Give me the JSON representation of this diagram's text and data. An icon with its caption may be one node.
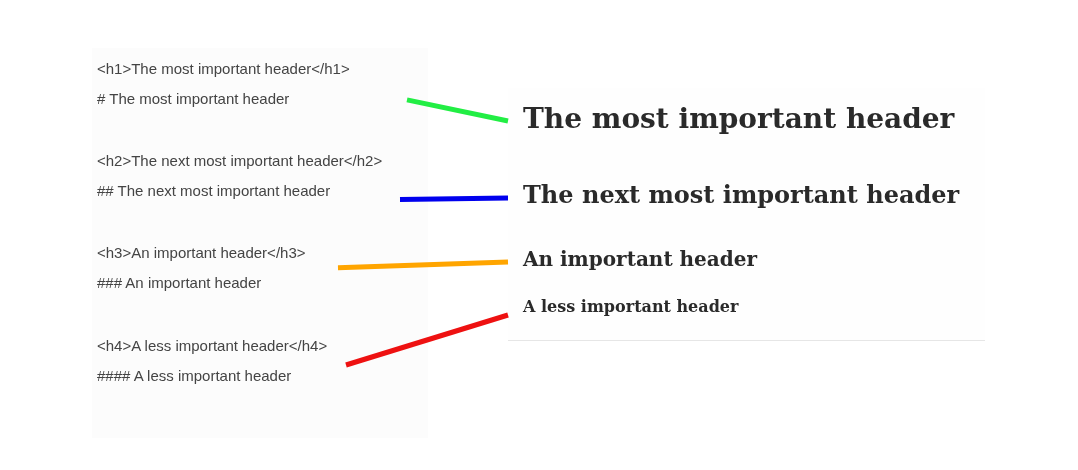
{
  "diagram": {
    "nodes": [
      {
        "text": [],
        "shape": "box"
      },
      {
        "text": [
          "<h1>The most important header</h1>",
          "# The most important header"
        ],
        "in": 0
      },
      {
        "text": [
          "<h2>The next most important header</h2>",
          "## The next most important header"
        ],
        "in": 0
      },
      {
        "text": [
          "<h3>An important header</h3>",
          "### An important header"
        ],
        "in": 0
      },
      {
        "text": [
          "<h4>A less important header</h4>",
          "#### A less important header"
        ],
        "in": 0
      },
      {
        "text": [],
        "shape": "box"
      },
      {
        "text": [
          "The most important header"
        ],
        "in": 5
      },
      {
        "text": [
          "The next most important header"
        ],
        "in": 5
      },
      {
        "text": [
          "An important header"
        ],
        "in": 5
      },
      {
        "text": [
          "A less important header"
        ],
        "in": 5
      }
    ],
    "edges": [
      {
        "from": 1,
        "to": 6,
        "arrow": "none",
        "color": "#22ee44"
      },
      {
        "from": 2,
        "to": 7,
        "arrow": "none",
        "color": "#0000ee"
      },
      {
        "from": 3,
        "to": 8,
        "arrow": "none",
        "color": "#ffa500"
      },
      {
        "from": 4,
        "to": 9,
        "arrow": "none",
        "color": "#ee1111"
      }
    ]
  }
}
